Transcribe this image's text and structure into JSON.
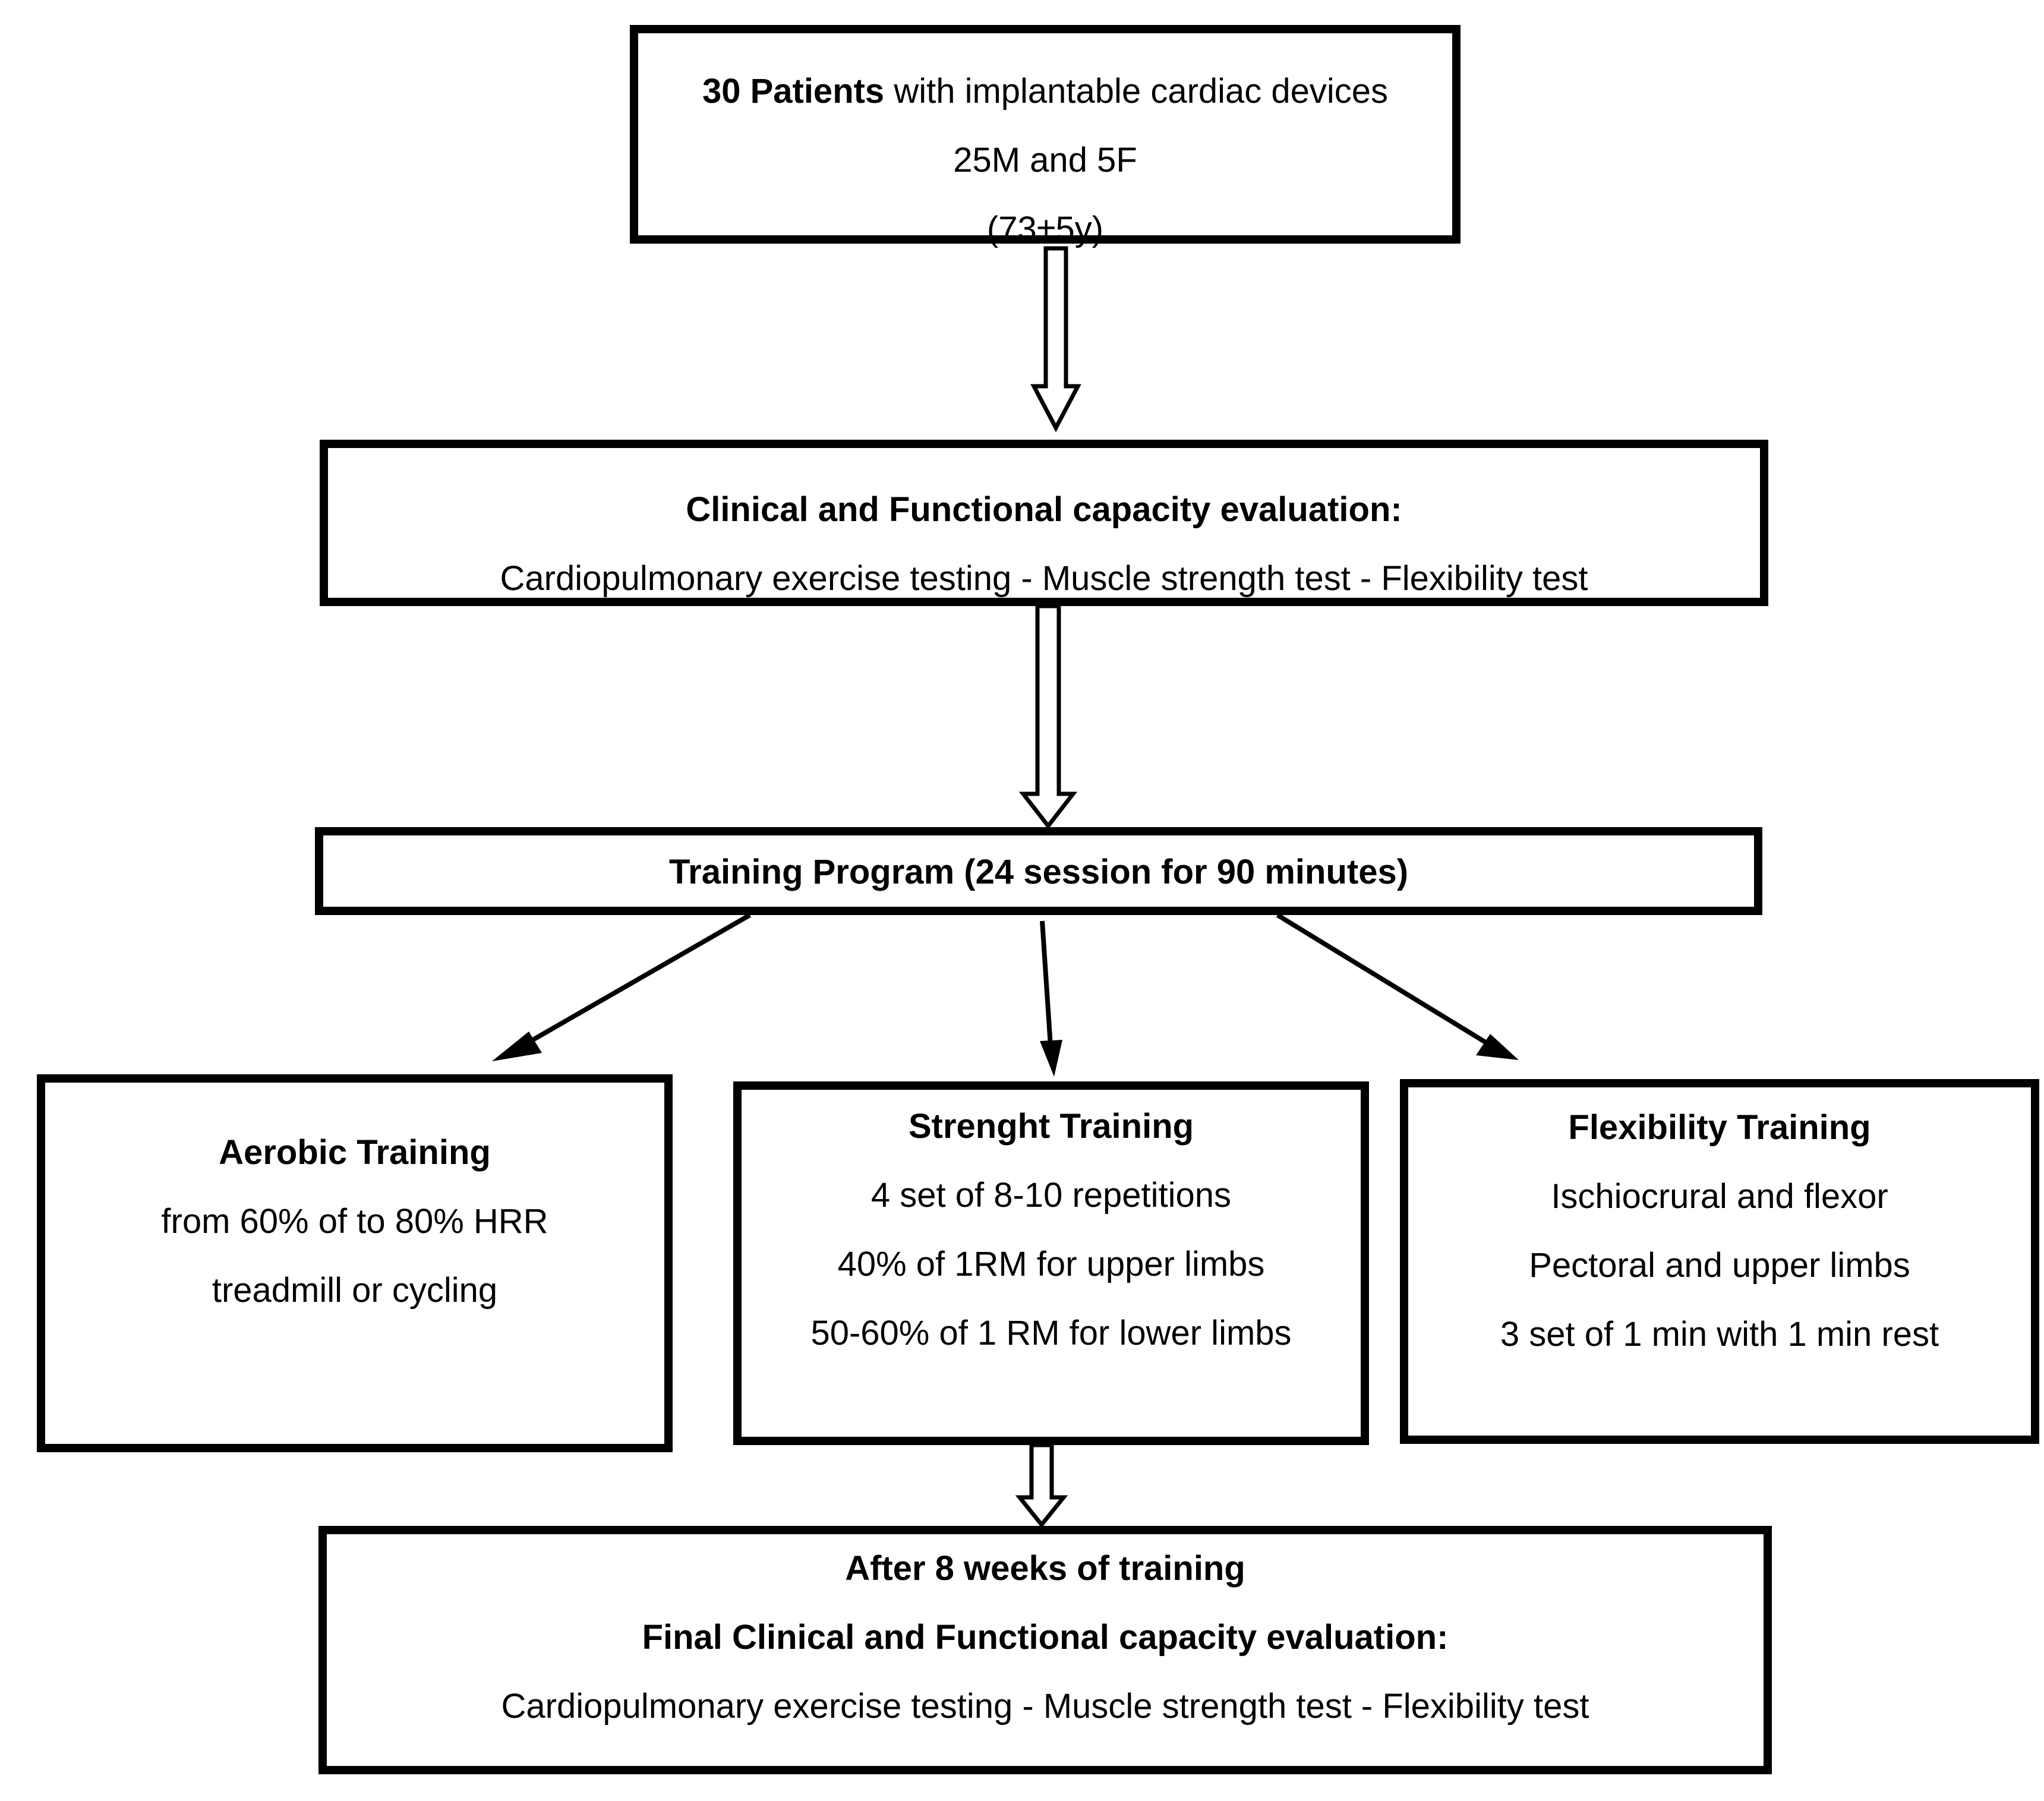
{
  "patients": {
    "count_bold": "30 Patients",
    "desc": " with implantable cardiac devices",
    "sex": "25M and 5F",
    "age": "(73±5y)"
  },
  "evaluation": {
    "title": "Clinical and Functional capacity evaluation:",
    "tests": "Cardiopulmonary exercise testing - Muscle strength test - Flexibility test"
  },
  "program": {
    "title": "Training Program (24 session for 90 minutes)"
  },
  "aerobic": {
    "title": "Aerobic Training",
    "line1": "from 60% of to 80% HRR",
    "line2": "treadmill or cycling"
  },
  "strength": {
    "title": "Strenght Training",
    "line1": "4 set of 8-10 repetitions",
    "line2": "40% of 1RM for upper limbs",
    "line3": "50-60% of 1 RM for lower limbs"
  },
  "flexibility": {
    "title": "Flexibility Training",
    "line1": "Ischiocrural and flexor",
    "line2": "Pectoral and upper limbs",
    "line3": "3 set of 1 min with 1 min rest"
  },
  "final": {
    "line1": "After 8 weeks of training",
    "line2": "Final Clinical and Functional capacity evaluation:",
    "line3": "Cardiopulmonary exercise testing - Muscle strength test - Flexibility test"
  },
  "colors": {
    "stroke": "#000000",
    "background": "#ffffff"
  }
}
